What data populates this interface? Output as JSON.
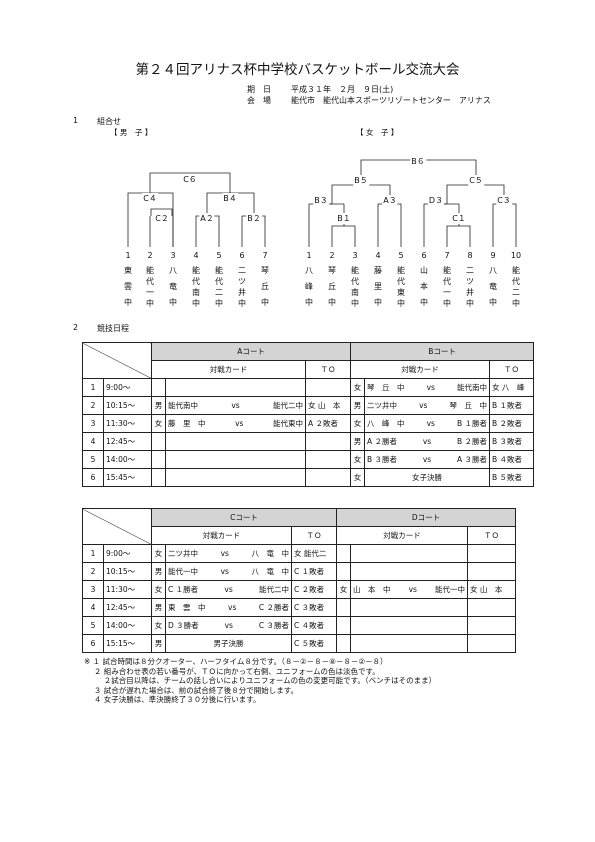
{
  "title": "第２４回アリナス杯中学校バスケットボール交流大会",
  "info": {
    "date_label": "期　日",
    "date_value": "平成３１年　２月　９日(土)",
    "venue_label": "会　場",
    "venue_value": "能代市　能代山本スポーツリゾートセンター　アリナス"
  },
  "section1": {
    "num": "1",
    "title": "組合せ",
    "male": "【 男　子 】",
    "female": "【 女　子 】"
  },
  "male_bracket": {
    "labels": [
      "C６",
      "C４",
      "B４",
      "C２",
      "A２",
      "B２"
    ],
    "teams": [
      {
        "num": "1",
        "chars": [
          "東",
          "雲",
          "中"
        ]
      },
      {
        "num": "2",
        "chars": [
          "能",
          "代",
          "一",
          "中"
        ]
      },
      {
        "num": "3",
        "chars": [
          "八",
          "竜",
          "中"
        ]
      },
      {
        "num": "4",
        "chars": [
          "能",
          "代",
          "南",
          "中"
        ]
      },
      {
        "num": "5",
        "chars": [
          "能",
          "代",
          "二",
          "中"
        ]
      },
      {
        "num": "6",
        "chars": [
          "二",
          "ツ",
          "井",
          "中"
        ]
      },
      {
        "num": "7",
        "chars": [
          "琴",
          "丘",
          "中"
        ]
      }
    ]
  },
  "female_bracket": {
    "labels": [
      "B６",
      "B５",
      "C５",
      "B３",
      "A３",
      "D３",
      "C３",
      "B１",
      "C１"
    ],
    "teams": [
      {
        "num": "1",
        "chars": [
          "八",
          "峰",
          "中"
        ]
      },
      {
        "num": "2",
        "chars": [
          "琴",
          "丘",
          "中"
        ]
      },
      {
        "num": "3",
        "chars": [
          "能",
          "代",
          "南",
          "中"
        ]
      },
      {
        "num": "4",
        "chars": [
          "藤",
          "里",
          "中"
        ]
      },
      {
        "num": "5",
        "chars": [
          "能",
          "代",
          "東",
          "中"
        ]
      },
      {
        "num": "6",
        "chars": [
          "山",
          "本",
          "中"
        ]
      },
      {
        "num": "7",
        "chars": [
          "能",
          "代",
          "一",
          "中"
        ]
      },
      {
        "num": "8",
        "chars": [
          "二",
          "ツ",
          "井",
          "中"
        ]
      },
      {
        "num": "9",
        "chars": [
          "八",
          "竜",
          "中"
        ]
      },
      {
        "num": "10",
        "chars": [
          "能",
          "代",
          "二",
          "中"
        ]
      }
    ]
  },
  "section2": {
    "num": "2",
    "title": "競技日程"
  },
  "schedule1": {
    "court_left": "Aコート",
    "court_right": "Bコート",
    "card_label": "対戦カード",
    "to_label": "ＴＯ",
    "rows": [
      {
        "n": "1",
        "t": "9:00～",
        "ls": "",
        "la": "",
        "lv": "",
        "lb": "",
        "lt": "",
        "rs": "女",
        "ra": "琴　丘　中",
        "rv": "vs",
        "rb": "能代南中",
        "rt": "女 八　峰"
      },
      {
        "n": "2",
        "t": "10:15～",
        "ls": "男",
        "la": "能代南中",
        "lv": "vs",
        "lb": "能代二中",
        "lt": "女 山　本",
        "rs": "男",
        "ra": "二ツ井中",
        "rv": "vs",
        "rb": "琴　丘　中",
        "rt": "B １敗者"
      },
      {
        "n": "3",
        "t": "11:30～",
        "ls": "女",
        "la": "藤　里　中",
        "lv": "vs",
        "lb": "能代東中",
        "lt": "A ２敗者",
        "rs": "女",
        "ra": "八　峰　中",
        "rv": "vs",
        "rb": "B １勝者",
        "rt": "B ２敗者"
      },
      {
        "n": "4",
        "t": "12:45～",
        "ls": "",
        "la": "",
        "lv": "",
        "lb": "",
        "lt": "",
        "rs": "男",
        "ra": "A ２勝者",
        "rv": "vs",
        "rb": "B ２勝者",
        "rt": "B ３敗者"
      },
      {
        "n": "5",
        "t": "14:00～",
        "ls": "",
        "la": "",
        "lv": "",
        "lb": "",
        "lt": "",
        "rs": "女",
        "ra": "B ３勝者",
        "rv": "vs",
        "rb": "A ３勝者",
        "rt": "B ４敗者"
      },
      {
        "n": "6",
        "t": "15:45～",
        "ls": "",
        "la": "",
        "lv": "",
        "lb": "",
        "lt": "",
        "rs": "女",
        "rfinal": "女子決勝",
        "rt": "B ５敗者"
      }
    ]
  },
  "schedule2": {
    "court_left": "Cコート",
    "court_right": "Dコート",
    "card_label": "対戦カード",
    "to_label": "ＴＯ",
    "rows": [
      {
        "n": "1",
        "t": "9:00～",
        "ls": "女",
        "la": "二ツ井中",
        "lv": "vs",
        "lb": "八　竜　中",
        "lt": "女 能代二",
        "rs": "",
        "ra": "",
        "rv": "",
        "rb": "",
        "rt": ""
      },
      {
        "n": "2",
        "t": "10:15～",
        "ls": "男",
        "la": "能代一中",
        "lv": "vs",
        "lb": "八　竜　中",
        "lt": "C １敗者",
        "rs": "",
        "ra": "",
        "rv": "",
        "rb": "",
        "rt": ""
      },
      {
        "n": "3",
        "t": "11:30～",
        "ls": "女",
        "la": "C １勝者",
        "lv": "vs",
        "lb": "能代二中",
        "lt": "C ２敗者",
        "rs": "女",
        "ra": "山　本　中",
        "rv": "vs",
        "rb": "能代一中",
        "rt": "女 山　本"
      },
      {
        "n": "4",
        "t": "12:45～",
        "ls": "男",
        "la": "東　雲　中",
        "lv": "vs",
        "lb": "C ２勝者",
        "lt": "C ３敗者",
        "rs": "",
        "ra": "",
        "rv": "",
        "rb": "",
        "rt": ""
      },
      {
        "n": "5",
        "t": "14:00～",
        "ls": "女",
        "la": "D ３勝者",
        "lv": "vs",
        "lb": "C ３勝者",
        "lt": "C ４敗者",
        "rs": "",
        "ra": "",
        "rv": "",
        "rb": "",
        "rt": ""
      },
      {
        "n": "6",
        "t": "15:15～",
        "ls": "男",
        "lfinal": "男子決勝",
        "lt": "C ５敗者",
        "rs": "",
        "ra": "",
        "rv": "",
        "rb": "",
        "rt": ""
      }
    ]
  },
  "notes": [
    "※ １ 試合時間は８分クオーター、ハーフタイム８分です。（８－②－８－⑧－８－②－８）",
    "　 ２ 組み合わせ表の若い番号が、ＴＯに向かって右側、ユニフォームの色は淡色です。",
    "　 　 ２試合目以降は、チームの話し合いによりユニフォームの色の変更可能です。（ベンチはそのまま）",
    "　 ３ 試合が遅れた場合は、前の試合終了後８分で開始します。",
    "　 ４ 女子決勝は、準決勝終了３０分後に行います。"
  ]
}
